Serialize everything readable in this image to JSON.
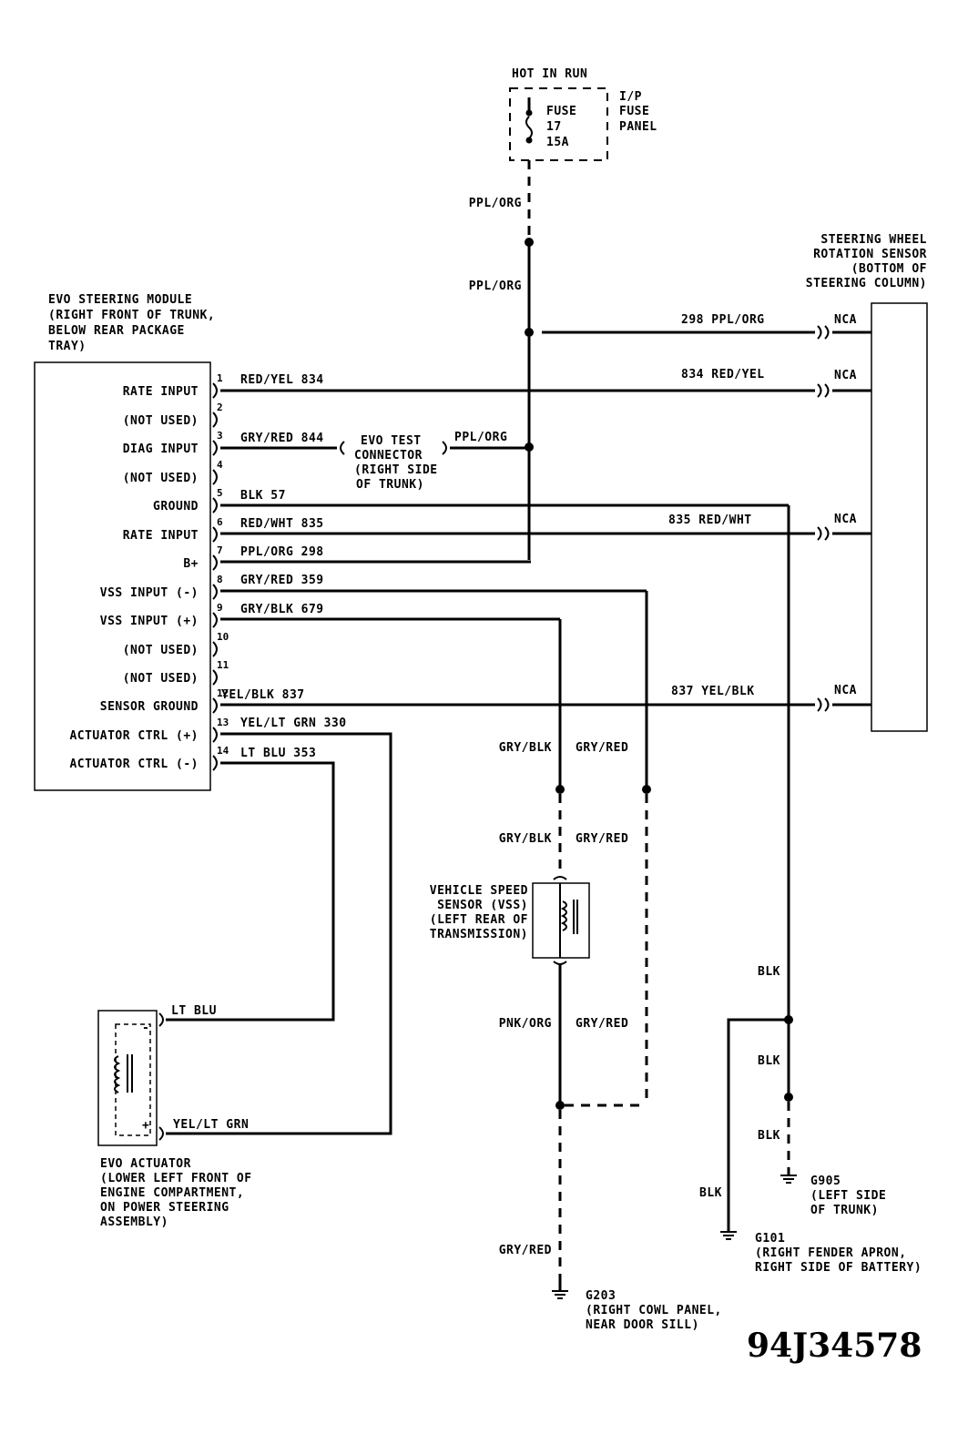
{
  "fuse": {
    "label": "HOT IN RUN",
    "name": "FUSE",
    "number": "17",
    "rating": "15A",
    "panel_line1": "I/P",
    "panel_line2": "FUSE",
    "panel_line3": "PANEL"
  },
  "module": {
    "line1": "EVO STEERING MODULE",
    "line2": "(RIGHT FRONT OF TRUNK,",
    "line3": "BELOW REAR PACKAGE",
    "line4": "TRAY)",
    "pins": [
      {
        "num": "1",
        "label": "RATE INPUT",
        "wire": "RED/YEL 834"
      },
      {
        "num": "2",
        "label": "(NOT USED)",
        "wire": ""
      },
      {
        "num": "3",
        "label": "DIAG INPUT",
        "wire": "GRY/RED 844"
      },
      {
        "num": "4",
        "label": "(NOT USED)",
        "wire": ""
      },
      {
        "num": "5",
        "label": "GROUND",
        "wire": "BLK 57"
      },
      {
        "num": "6",
        "label": "RATE INPUT",
        "wire": "RED/WHT 835"
      },
      {
        "num": "7",
        "label": "B+",
        "wire": "PPL/ORG 298"
      },
      {
        "num": "8",
        "label": "VSS INPUT (-)",
        "wire": "GRY/RED 359"
      },
      {
        "num": "9",
        "label": "VSS INPUT (+)",
        "wire": "GRY/BLK 679"
      },
      {
        "num": "10",
        "label": "(NOT USED)",
        "wire": ""
      },
      {
        "num": "11",
        "label": "(NOT USED)",
        "wire": ""
      },
      {
        "num": "12",
        "label": "SENSOR GROUND",
        "wire": "YEL/BLK 837"
      },
      {
        "num": "13",
        "label": "ACTUATOR CTRL (+)",
        "wire": "YEL/LT GRN 330"
      },
      {
        "num": "14",
        "label": "ACTUATOR CTRL (-)",
        "wire": "LT BLU 353"
      }
    ]
  },
  "sensor": {
    "line1": "STEERING WHEEL",
    "line2": "ROTATION SENSOR",
    "line3": "(BOTTOM OF",
    "line4": "STEERING COLUMN)",
    "nca": "NCA",
    "wires": [
      "298 PPL/ORG",
      "834 RED/YEL",
      "835 RED/WHT",
      "837 YEL/BLK"
    ]
  },
  "test_connector": {
    "line1": "EVO TEST",
    "line2": "CONNECTOR",
    "line3": "(RIGHT SIDE",
    "line4": "OF TRUNK)"
  },
  "wire_labels": {
    "ppl_org": "PPL/ORG",
    "gry_blk": "GRY/BLK",
    "gry_red": "GRY/RED",
    "pnk_org": "PNK/ORG",
    "blk": "BLK",
    "lt_blu": "LT BLU",
    "yel_lt_grn": "YEL/LT GRN"
  },
  "vss": {
    "line1": "VEHICLE SPEED",
    "line2": "SENSOR (VSS)",
    "line3": "(LEFT REAR OF",
    "line4": "TRANSMISSION)"
  },
  "actuator": {
    "line1": "EVO ACTUATOR",
    "line2": "(LOWER LEFT FRONT OF",
    "line3": "ENGINE COMPARTMENT,",
    "line4": "ON POWER STEERING",
    "line5": "ASSEMBLY)",
    "minus": "-",
    "plus": "+"
  },
  "grounds": {
    "g905": {
      "id": "G905",
      "line1": "(LEFT SIDE",
      "line2": "OF TRUNK)"
    },
    "g101": {
      "id": "G101",
      "line1": "(RIGHT FENDER APRON,",
      "line2": "RIGHT SIDE OF BATTERY)"
    },
    "g203": {
      "id": "G203",
      "line1": "(RIGHT COWL PANEL,",
      "line2": "NEAR DOOR SILL)"
    }
  },
  "figure_code": "94J34578"
}
